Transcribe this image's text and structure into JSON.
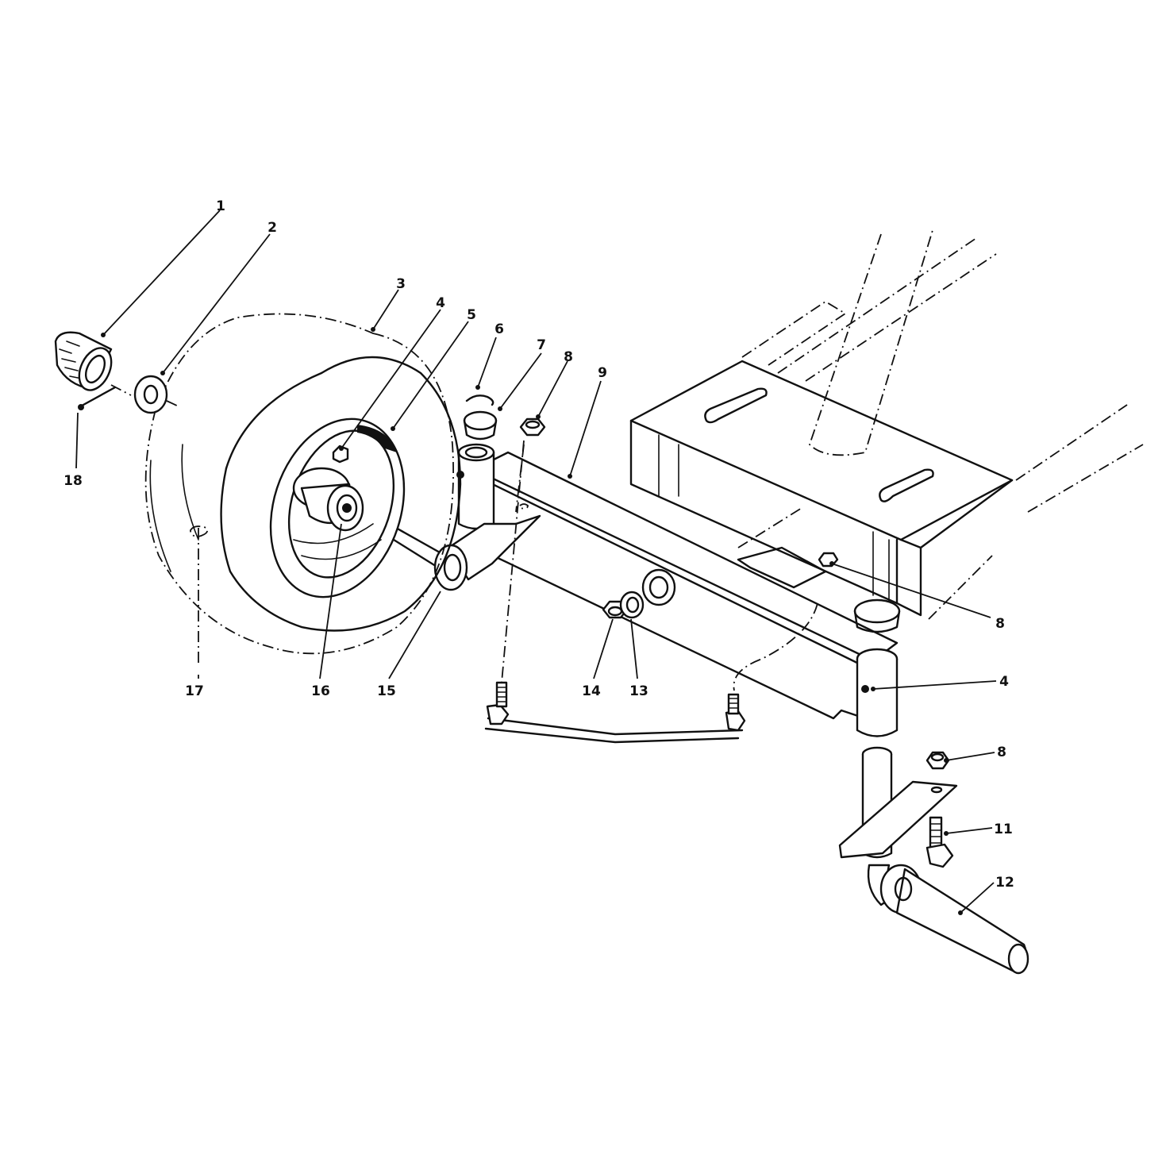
{
  "callouts": {
    "c1": "1",
    "c2": "2",
    "c3": "3",
    "c4a": "4",
    "c5": "5",
    "c6": "6",
    "c7": "7",
    "c8a": "8",
    "c9": "9",
    "c18": "18",
    "c17": "17",
    "c16": "16",
    "c15": "15",
    "c14": "14",
    "c13": "13",
    "c8b": "8",
    "c4b": "4",
    "c8c": "8",
    "c11": "11",
    "c12": "12"
  }
}
